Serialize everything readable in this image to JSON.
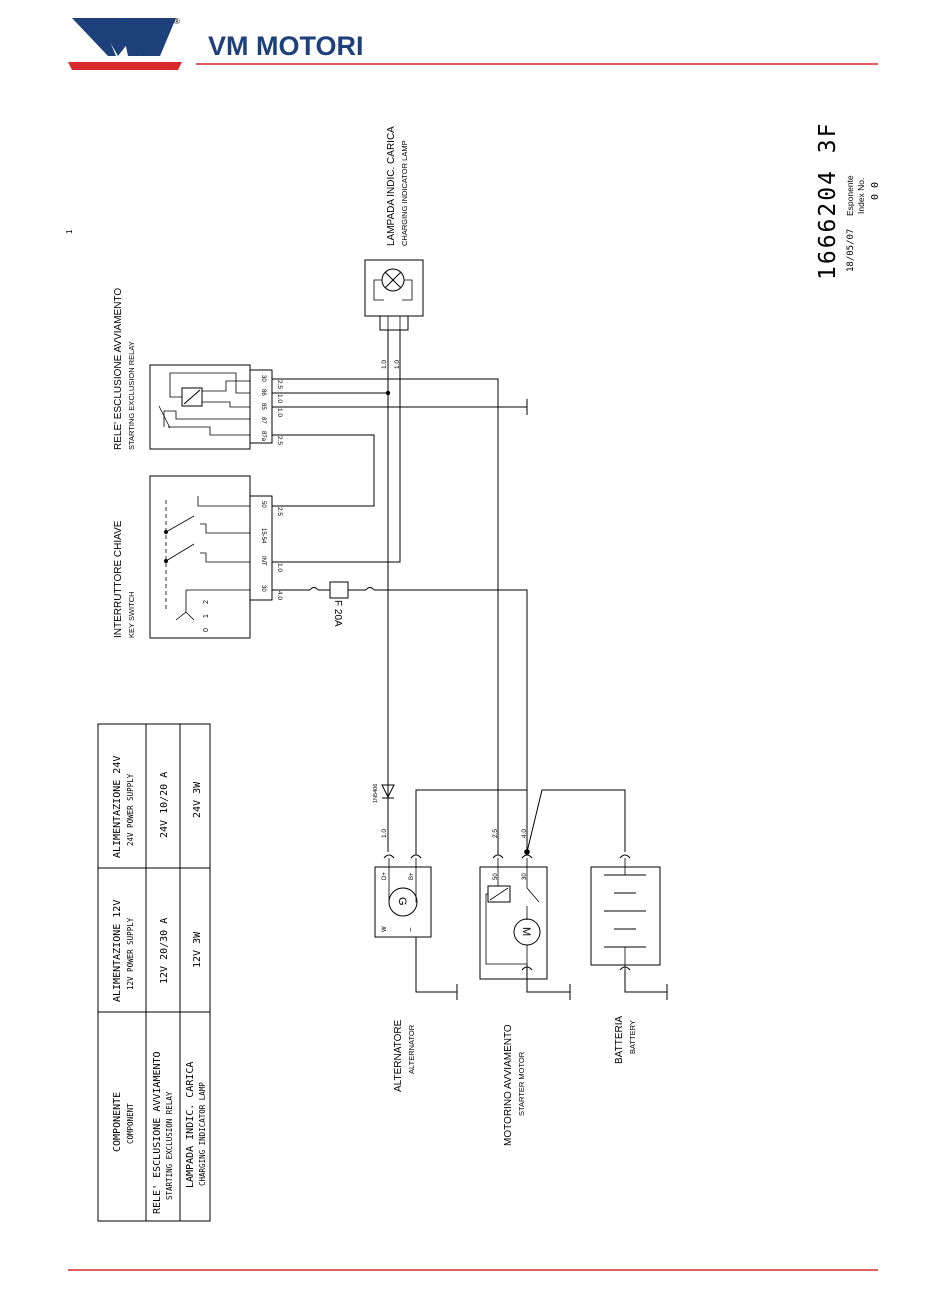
{
  "header": {
    "brand": "VM MOTORI",
    "registered": "®",
    "logo_mark": "VM",
    "brand_color": "#1d3f7a",
    "accent_color": "#d9272e"
  },
  "doc": {
    "number": "1666204 3F",
    "date": "18/05/07",
    "esponente_label": "Esponente",
    "index_label": "Index No.",
    "index_value": "0 0",
    "sheet": "1"
  },
  "components": {
    "lamp": {
      "title": "LAMPADA INDIC. CARICA",
      "subtitle": "CHARGING INDICATOR LAMP"
    },
    "relay": {
      "title": "RELE' ESCLUSIONE AVVIAMENTO",
      "subtitle": "STARTING EXCLUSION RELAY",
      "pins": [
        "30",
        "86",
        "85",
        "87",
        "87a"
      ]
    },
    "keyswitch": {
      "title": "INTERRUTTORE CHIAVE",
      "subtitle": "KEY SWITCH",
      "pins": [
        "50",
        "15-54",
        "INT",
        "30"
      ],
      "positions": [
        "0",
        "1",
        "2"
      ]
    },
    "fuse": {
      "label": "F 20A"
    },
    "diode": {
      "label": "1N5406"
    },
    "alternator": {
      "title": "ALTERNATORE",
      "subtitle": "ALTERNATOR",
      "symbol": "G",
      "terminals": {
        "d_plus": "D+",
        "b_plus": "B+",
        "w": "W",
        "minus": "−"
      }
    },
    "starter": {
      "title": "MOTORINO AVVIAMENTO",
      "subtitle": "STARTER MOTOR",
      "symbol": "M",
      "terminals": {
        "t50": "50",
        "t30": "30"
      }
    },
    "battery": {
      "title": "BATTERIA",
      "subtitle": "BATTERY"
    }
  },
  "wire_sizes": {
    "lamp_a": "1.0",
    "lamp_b": "1.0",
    "relay_30": "2.5",
    "relay_86": "1.0",
    "relay_85": "1.0",
    "relay_87a": "2.5",
    "ks_50": "2.5",
    "ks_int": "1.0",
    "ks_30": "4.0",
    "alt": "1.0",
    "starter_50": "2.5",
    "starter_30": "4.0"
  },
  "table": {
    "headers": [
      {
        "title": "COMPONENTE",
        "subtitle": "COMPONENT"
      },
      {
        "title": "ALIMENTAZIONE 12V",
        "subtitle": "12V POWER SUPPLY"
      },
      {
        "title": "ALIMENTAZIONE 24V",
        "subtitle": "24V POWER SUPPLY"
      }
    ],
    "rows": [
      {
        "name": "RELE' ESCLUSIONE AVVIAMENTO",
        "name_en": "STARTING EXCLUSION RELAY",
        "v12": "12V 20/30 A",
        "v24": "24V 10/20 A"
      },
      {
        "name": "LAMPADA INDIC. CARICA",
        "name_en": "CHARGING INDICATOR LAMP",
        "v12": "12V 3W",
        "v24": "24V 3W"
      }
    ]
  }
}
